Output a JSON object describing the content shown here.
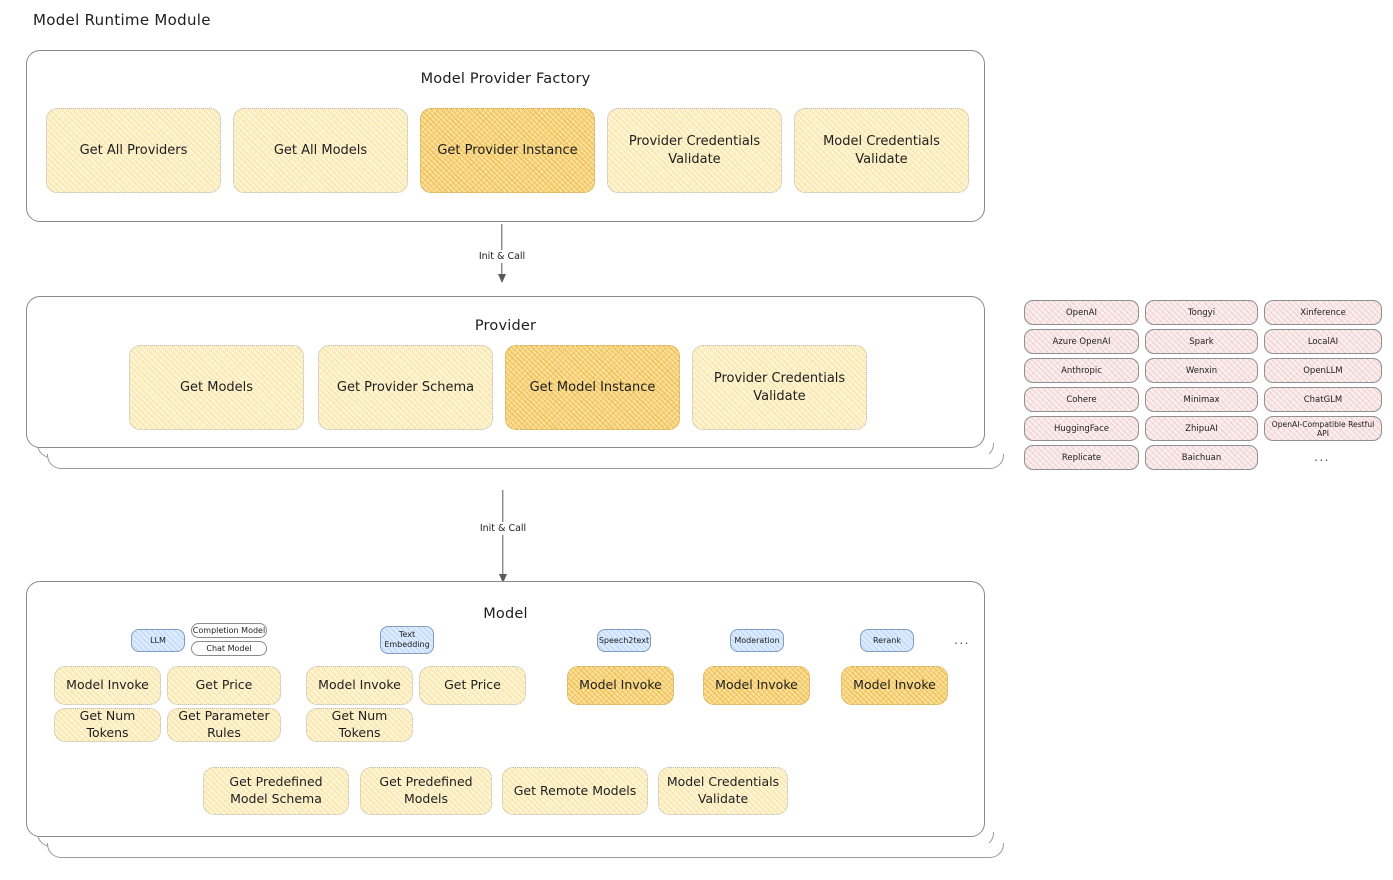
{
  "page": {
    "title": "Model Runtime Module",
    "colors": {
      "background": "#ffffff",
      "block_fill": "#fdf4d6",
      "block_fill_highlight": "#fbdf9c",
      "provider_pill_fill": "#fbeeee",
      "badge_blue_fill": "#dbeafe",
      "stroke": "#8a8a8a",
      "text": "#1e1e1e"
    }
  },
  "factory": {
    "title": "Model Provider Factory",
    "methods": [
      {
        "label": "Get All Providers",
        "highlight": false
      },
      {
        "label": "Get All Models",
        "highlight": false
      },
      {
        "label": "Get Provider Instance",
        "highlight": true
      },
      {
        "label": "Provider Credentials Validate",
        "highlight": false
      },
      {
        "label": "Model Credentials Validate",
        "highlight": false
      }
    ]
  },
  "arrow_factory_to_provider": {
    "label": "Init & Call"
  },
  "provider": {
    "title": "Provider",
    "methods": [
      {
        "label": "Get Models",
        "highlight": false
      },
      {
        "label": "Get Provider Schema",
        "highlight": false
      },
      {
        "label": "Get Model Instance",
        "highlight": true
      },
      {
        "label": "Provider Credentials Validate",
        "highlight": false
      }
    ]
  },
  "arrow_provider_to_model": {
    "label": "Init & Call"
  },
  "provider_list": {
    "ellipsis": "...",
    "columns": [
      {
        "items": [
          "OpenAI",
          "Azure OpenAI",
          "Anthropic",
          "Cohere",
          "HuggingFace",
          "Replicate"
        ]
      },
      {
        "items": [
          "Tongyi",
          "Spark",
          "Wenxin",
          "Minimax",
          "ZhipuAI",
          "Baichuan"
        ]
      },
      {
        "items": [
          "Xinference",
          "LocalAI",
          "OpenLLM",
          "ChatGLM",
          "OpenAI-Compatible Restful API"
        ]
      }
    ]
  },
  "model": {
    "title": "Model",
    "ellipsis": "...",
    "types": [
      {
        "name": "LLM",
        "sub_badges": [
          "Completion Model",
          "Chat Model"
        ],
        "methods": [
          {
            "label": "Model Invoke",
            "highlight": true
          },
          {
            "label": "Get Price",
            "highlight": false
          },
          {
            "label": "Get Num Tokens",
            "highlight": false
          },
          {
            "label": "Get Parameter Rules",
            "highlight": false
          }
        ]
      },
      {
        "name": "Text Embedding",
        "sub_badges": [],
        "methods": [
          {
            "label": "Model Invoke",
            "highlight": true
          },
          {
            "label": "Get Price",
            "highlight": false
          },
          {
            "label": "Get Num Tokens",
            "highlight": false
          }
        ]
      },
      {
        "name": "Speech2text",
        "sub_badges": [],
        "methods": [
          {
            "label": "Model Invoke",
            "highlight": true
          }
        ]
      },
      {
        "name": "Moderation",
        "sub_badges": [],
        "methods": [
          {
            "label": "Model Invoke",
            "highlight": true
          }
        ]
      },
      {
        "name": "Rerank",
        "sub_badges": [],
        "methods": [
          {
            "label": "Model Invoke",
            "highlight": true
          }
        ]
      }
    ],
    "shared_methods": [
      {
        "label": "Get Predefined Model Schema"
      },
      {
        "label": "Get Predefined Models"
      },
      {
        "label": "Get Remote Models"
      },
      {
        "label": "Model Credentials Validate"
      }
    ]
  }
}
